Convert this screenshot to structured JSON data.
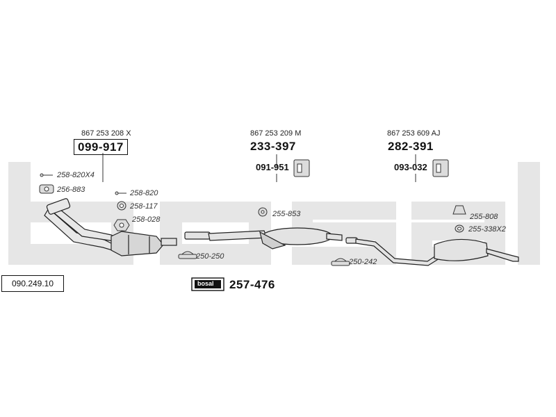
{
  "diagram_code": "090.249.10",
  "watermark": "bosal",
  "colors": {
    "watermark": "#e4e4e4",
    "line": "#222222",
    "component": "#cfcfcf"
  },
  "sections": [
    {
      "oem": "867 253 208 X",
      "main_part": "099-917"
    },
    {
      "oem": "867 253 209 M",
      "main_part": "233-397",
      "sub_part": "091-951"
    },
    {
      "oem": "867 253 609 AJ",
      "main_part": "282-391",
      "sub_part": "093-032"
    }
  ],
  "parts": {
    "p258820x4": "258-820X4",
    "p256883": "256-883",
    "p258820": "258-820",
    "p258117": "258-117",
    "p258028": "258-028",
    "p250250": "250-250",
    "p255853": "255-853",
    "p250242": "250-242",
    "p255808": "255-808",
    "p255338x2": "255-338X2"
  },
  "kit": {
    "logo_text": "bosal",
    "part": "257-476"
  }
}
